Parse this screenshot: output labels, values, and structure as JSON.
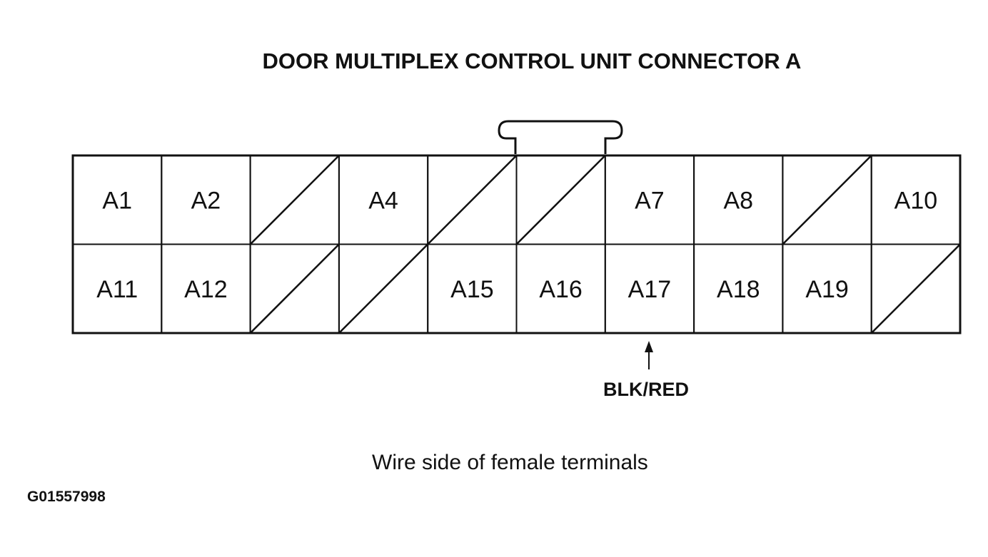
{
  "title": "DOOR MULTIPLEX CONTROL UNIT CONNECTOR A",
  "connector": {
    "rows": [
      [
        "A1",
        "A2",
        "",
        "A4",
        "",
        "",
        "A7",
        "A8",
        "",
        "A10"
      ],
      [
        "A11",
        "A12",
        "",
        "",
        "A15",
        "A16",
        "A17",
        "A18",
        "A19",
        ""
      ]
    ]
  },
  "wire_label": "BLK/RED",
  "wire_terminal": "A17",
  "caption": "Wire side of female terminals",
  "figure_id": "G01557998"
}
